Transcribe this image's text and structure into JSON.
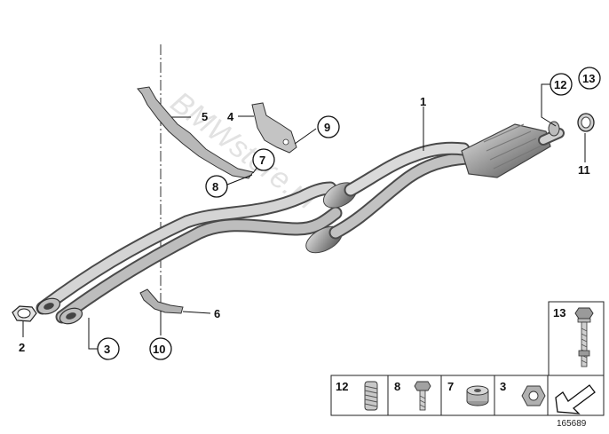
{
  "diagram": {
    "drawing_number": "165689",
    "watermark": "BMWstore.pl",
    "colors": {
      "pipe_light": "#d6d6d6",
      "pipe_mid": "#9c9c9c",
      "pipe_dark": "#5e5e5e",
      "line": "#111111",
      "background": "#ffffff"
    }
  },
  "callouts": [
    {
      "id": "c1",
      "text": "1",
      "circled": false
    },
    {
      "id": "c2",
      "text": "2",
      "circled": false
    },
    {
      "id": "c3",
      "text": "3",
      "circled": true
    },
    {
      "id": "c4",
      "text": "4",
      "circled": false
    },
    {
      "id": "c5",
      "text": "5",
      "circled": false
    },
    {
      "id": "c6",
      "text": "6",
      "circled": false
    },
    {
      "id": "c7",
      "text": "7",
      "circled": true
    },
    {
      "id": "c8",
      "text": "8",
      "circled": true
    },
    {
      "id": "c9",
      "text": "9",
      "circled": true
    },
    {
      "id": "c10",
      "text": "10",
      "circled": true
    },
    {
      "id": "c11",
      "text": "11",
      "circled": false
    },
    {
      "id": "c12",
      "text": "12",
      "circled": true
    },
    {
      "id": "c13",
      "text": "13",
      "circled": true
    }
  ],
  "parts_strip": {
    "items": [
      {
        "number": "12",
        "icon": "spring-sleeve-icon"
      },
      {
        "number": "8",
        "icon": "bolt-icon"
      },
      {
        "number": "7",
        "icon": "bushing-icon"
      },
      {
        "number": "3",
        "icon": "hex-nut-icon"
      },
      {
        "number": "",
        "icon": "direction-arrow-icon"
      }
    ]
  },
  "detail_box": {
    "number": "13",
    "icon": "long-bolt-icon"
  }
}
